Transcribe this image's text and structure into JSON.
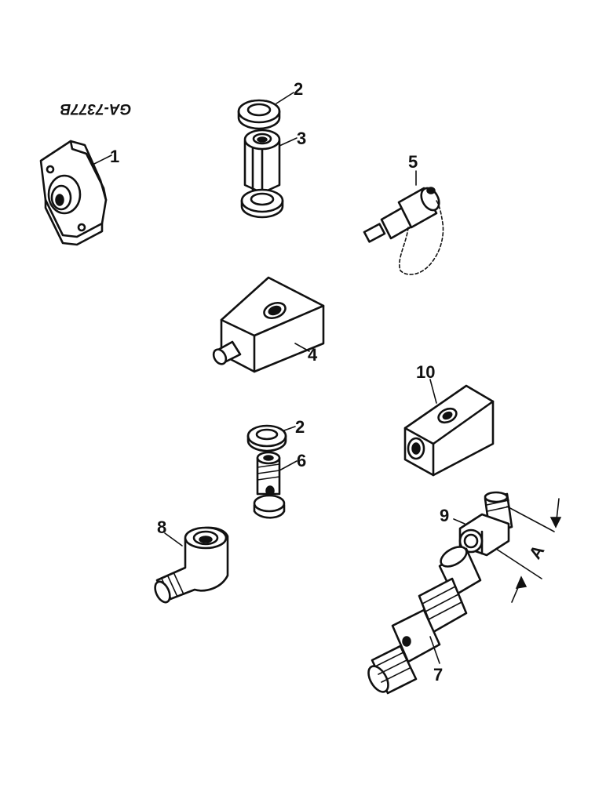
{
  "drawing_code": "GA-7377B",
  "callouts": {
    "p1": "1",
    "p2a": "2",
    "p3": "3",
    "p5": "5",
    "p4": "4",
    "p10": "10",
    "p2b": "2",
    "p6": "6",
    "p9": "9",
    "p8": "8",
    "p7": "7",
    "dimA": "A"
  }
}
